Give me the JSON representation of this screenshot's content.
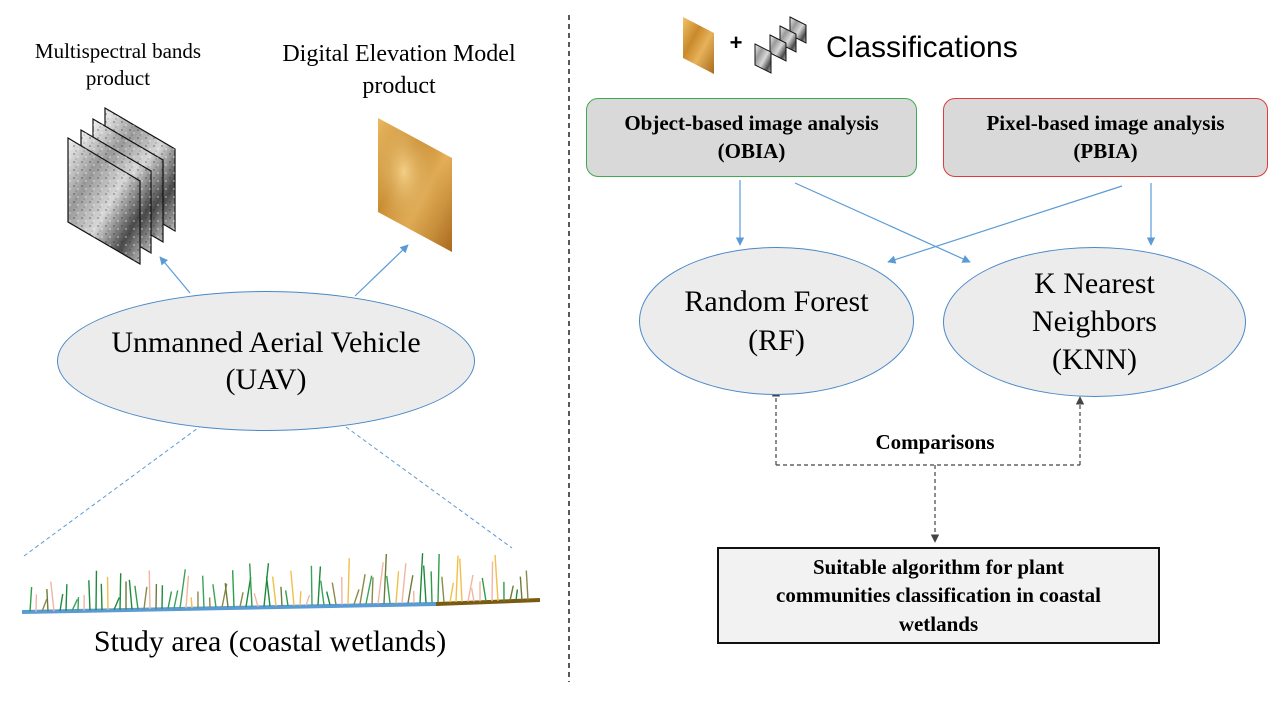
{
  "left_panel": {
    "multispectral_label": [
      "Multispectral bands",
      "product"
    ],
    "dem_label": [
      "Digital Elevation Model",
      "product"
    ],
    "uav_label": [
      "Unmanned Aerial Vehicle",
      "(UAV)"
    ],
    "study_area_label": "Study area (coastal wetlands)"
  },
  "right_panel": {
    "legend_plus": "+",
    "classifications_label": "Classifications",
    "obia_label": [
      "Object-based image analysis",
      "(OBIA)"
    ],
    "pbia_label": [
      "Pixel-based image analysis",
      "(PBIA)"
    ],
    "rf_label": [
      "Random Forest",
      "(RF)"
    ],
    "knn_label": [
      "K Nearest",
      "Neighbors",
      "(KNN)"
    ],
    "comparisons_label": "Comparisons",
    "result_label": [
      "Suitable algorithm for plant",
      "communities classification in coastal",
      "wetlands"
    ]
  },
  "colors": {
    "arrow_blue": "#5b9bd5",
    "ellipse_border": "#4a89c8",
    "obia_border": "#3faa4e",
    "pbia_border": "#e03a3a",
    "ground_water": "#5b9bd5",
    "ground_soil": "#7a5a10",
    "dem_gold": "#d9a441"
  },
  "icons": [
    "multispectral-stack-icon",
    "dem-tile-icon",
    "vegetation-profile-icon"
  ]
}
